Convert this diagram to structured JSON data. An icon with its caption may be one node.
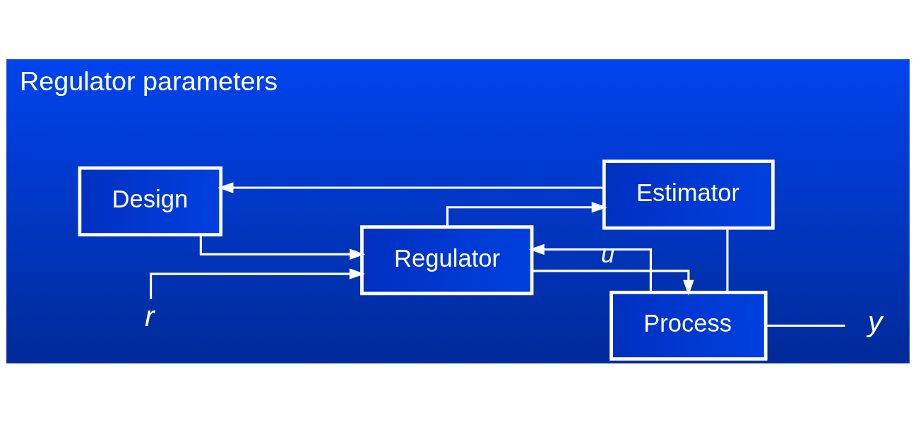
{
  "diagram": {
    "nodes": [
      {
        "text": [
          "Design"
        ]
      },
      {
        "text": [
          "Estimator"
        ]
      },
      {
        "text": [
          "Regulator"
        ]
      },
      {
        "text": [
          "Process"
        ]
      },
      {
        "text": [
          "r"
        ]
      },
      {
        "text": [
          "y"
        ]
      }
    ],
    "edges": [
      {
        "from": 1,
        "to": 0,
        "arrow": "to"
      },
      {
        "from": 0,
        "to": 2,
        "arrow": "to"
      },
      {
        "from": 4,
        "to": 2,
        "arrow": "to"
      },
      {
        "from": 2,
        "to": 3,
        "arrow": "to",
        "label": "u"
      },
      {
        "from": 2,
        "to": 1,
        "arrow": "to"
      },
      {
        "from": 3,
        "to": 5,
        "arrow": "none"
      },
      {
        "from": 3,
        "to": 1,
        "arrow": "none"
      },
      {
        "from": 3,
        "to": 2,
        "arrow": "to"
      }
    ],
    "labels": [
      "Regulator parameters"
    ]
  }
}
